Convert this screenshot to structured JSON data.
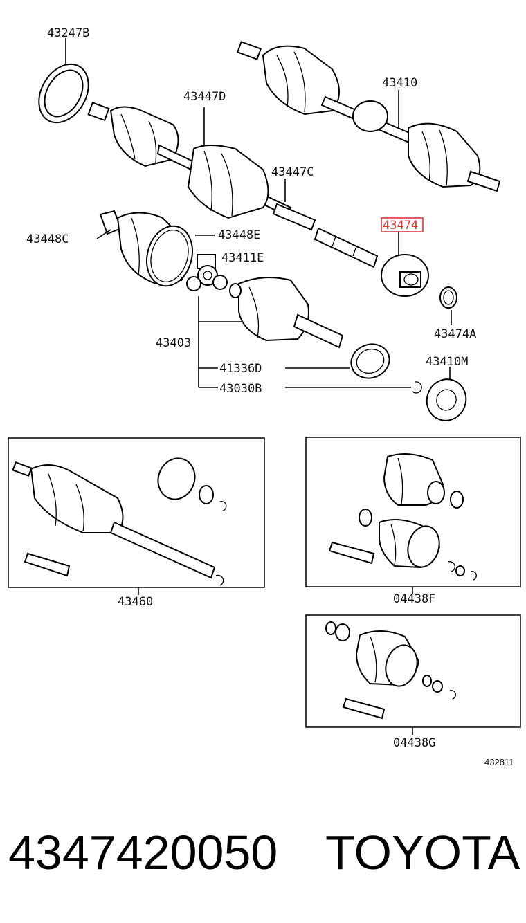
{
  "labels": {
    "l43247B": "43247B",
    "l43447D": "43447D",
    "l43410": "43410",
    "l43447C": "43447C",
    "l43474": "43474",
    "l43448C": "43448C",
    "l43448E": "43448E",
    "l43411E": "43411E",
    "l43474A": "43474A",
    "l43403": "43403",
    "l41336D": "41336D",
    "l43410M": "43410M",
    "l43030B": "43030B",
    "l43460": "43460",
    "l04438F": "04438F",
    "l04438G": "04438G",
    "diagram_code": "432811"
  },
  "footer": {
    "part_number": "4347420050",
    "brand": "TOYOTA"
  },
  "colors": {
    "highlight": "#dd3333",
    "line": "#000000"
  }
}
